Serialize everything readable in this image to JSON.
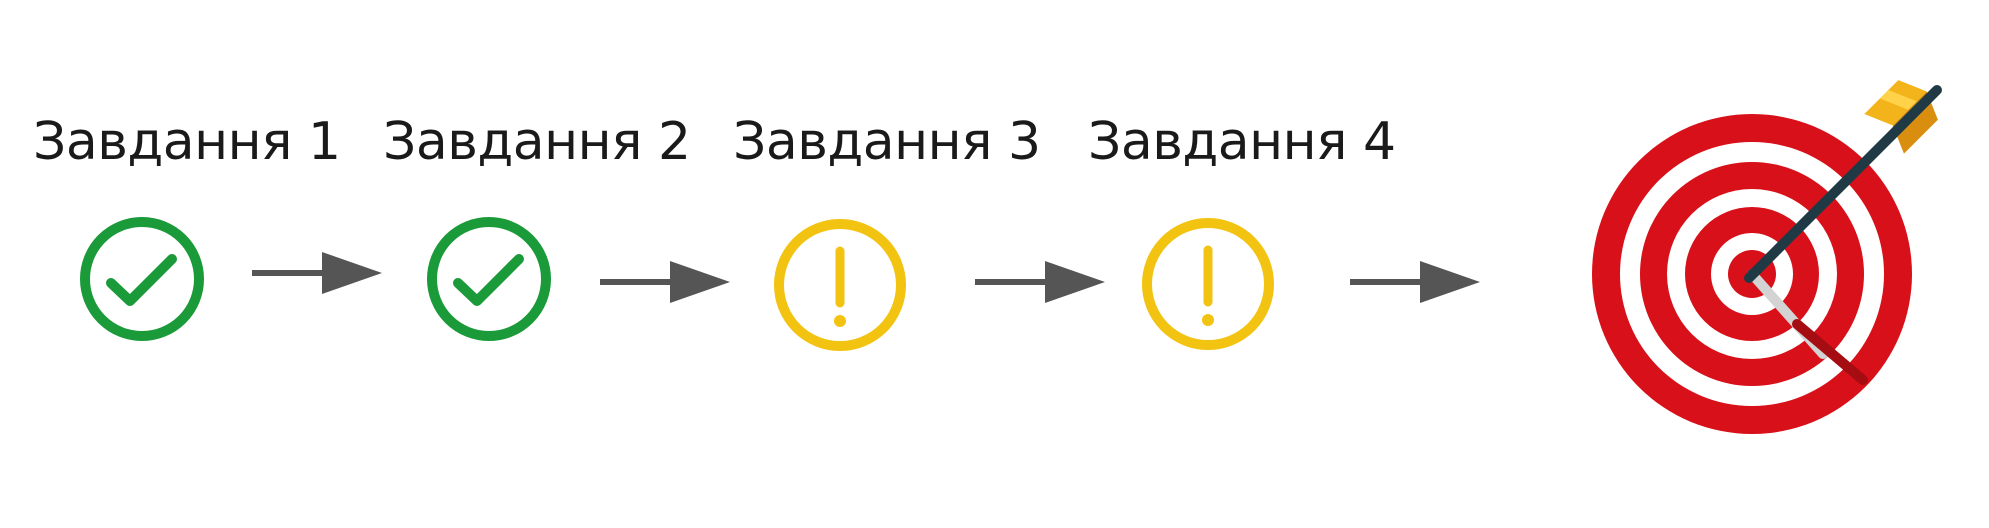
{
  "colors": {
    "done": "#1b9a3a",
    "warning": "#f2c311",
    "arrow": "#555555",
    "target_red": "#d81019",
    "arrow_shaft": "#1f3a44",
    "fletching": "#f2b41a"
  },
  "tasks": [
    {
      "label": "Завдання 1",
      "status": "done",
      "icon": "checkmark-circle-icon"
    },
    {
      "label": "Завдання 2",
      "status": "done",
      "icon": "checkmark-circle-icon"
    },
    {
      "label": "Завдання 3",
      "status": "warning",
      "icon": "exclamation-circle-icon"
    },
    {
      "label": "Завдання 4",
      "status": "warning",
      "icon": "exclamation-circle-icon"
    }
  ],
  "goal": {
    "icon": "target-with-arrow-icon"
  }
}
